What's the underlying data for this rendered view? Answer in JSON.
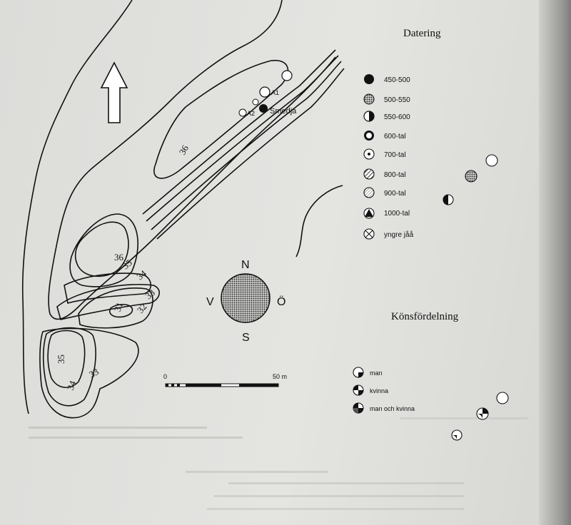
{
  "map": {
    "contours": [
      "36",
      "36",
      "35",
      "34",
      "33",
      "31",
      "32",
      "35",
      "34",
      "33"
    ],
    "sites": [
      "A1",
      "A2",
      "Smedja"
    ]
  },
  "compass": {
    "north": "N",
    "south": "S",
    "west": "V",
    "east": "Ö"
  },
  "scale": {
    "start": "0",
    "end": "50 m"
  },
  "dating_legend": {
    "title": "Datering",
    "items": [
      {
        "label": "450-500",
        "icon": "solid-black-circle"
      },
      {
        "label": "500-550",
        "icon": "dotted-gray-circle"
      },
      {
        "label": "550-600",
        "icon": "half-filled-circle"
      },
      {
        "label": "600-tal",
        "icon": "thick-ring-circle"
      },
      {
        "label": "700-tal",
        "icon": "circle-with-dot"
      },
      {
        "label": "800-tal",
        "icon": "hatched-circle"
      },
      {
        "label": "900-tal",
        "icon": "fine-hatched-circle"
      },
      {
        "label": "1000-tal",
        "icon": "circle-with-triangle"
      },
      {
        "label": "yngre jåå",
        "icon": "crossed-circle"
      }
    ]
  },
  "gender_legend": {
    "title": "Könsfördelning",
    "items": [
      {
        "label": "man",
        "icon": "quarter-filled-circle"
      },
      {
        "label": "kvinna",
        "icon": "half-quarter-circle"
      },
      {
        "label": "man och kvinna",
        "icon": "two-quarter-circle"
      }
    ]
  },
  "colors": {
    "ink": "#111111",
    "paper": "#e2e2df",
    "gray_fill": "#8a8a88"
  }
}
